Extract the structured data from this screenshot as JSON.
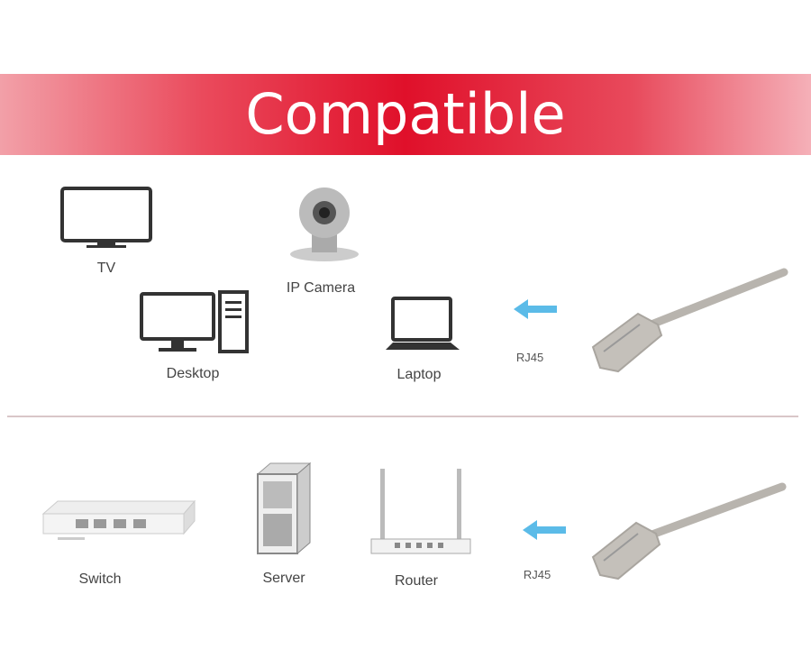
{
  "banner": {
    "title": "Compatible",
    "color": "#e0102a"
  },
  "devices_top": {
    "tv": "TV",
    "ip_camera": "IP Camera",
    "desktop": "Desktop",
    "laptop": "Laptop"
  },
  "devices_bottom": {
    "switch": "Switch",
    "server": "Server",
    "router": "Router"
  },
  "connector": {
    "top_label": "RJ45",
    "bottom_label": "RJ45",
    "arrow_color": "#5bbbe8"
  }
}
